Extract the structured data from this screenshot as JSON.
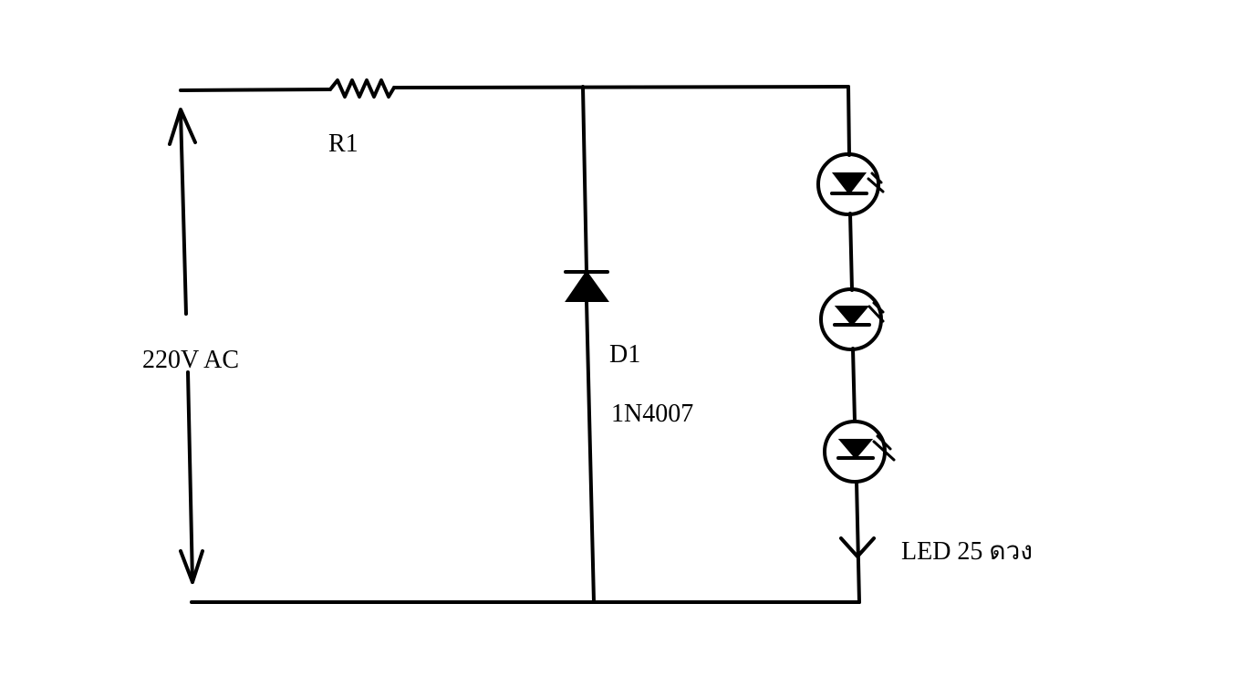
{
  "components": {
    "resistor": {
      "label": "R1"
    },
    "diode": {
      "label": "D1",
      "part": "1N4007"
    },
    "leds": {
      "label": "LED 25 ดวง",
      "count_drawn": 3
    }
  },
  "source": {
    "label": "220V AC"
  }
}
